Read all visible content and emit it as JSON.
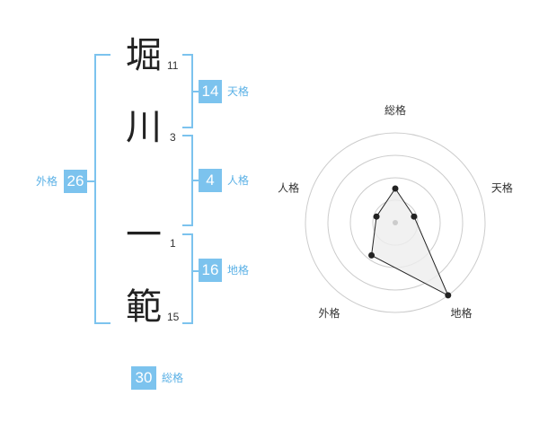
{
  "name": {
    "characters": [
      {
        "char": "堀",
        "strokes": "11"
      },
      {
        "char": "川",
        "strokes": "3"
      },
      {
        "char": "一",
        "strokes": "1"
      },
      {
        "char": "範",
        "strokes": "15"
      }
    ]
  },
  "fortune": {
    "tenkaku": {
      "value": "14",
      "label": "天格"
    },
    "jinkaku": {
      "value": "4",
      "label": "人格"
    },
    "chikaku": {
      "value": "16",
      "label": "地格"
    },
    "gaikaku": {
      "value": "26",
      "label": "外格"
    },
    "soukaku": {
      "value": "30",
      "label": "総格"
    }
  },
  "chart_data": {
    "type": "radar",
    "axes": [
      "総格",
      "天格",
      "地格",
      "外格",
      "人格"
    ],
    "values": [
      0.38,
      0.22,
      1.0,
      0.45,
      0.22
    ],
    "rings": 4,
    "colors": {
      "line": "#222222",
      "fill": "#eeeeee",
      "grid": "#cccccc",
      "center": "#cccccc"
    }
  }
}
